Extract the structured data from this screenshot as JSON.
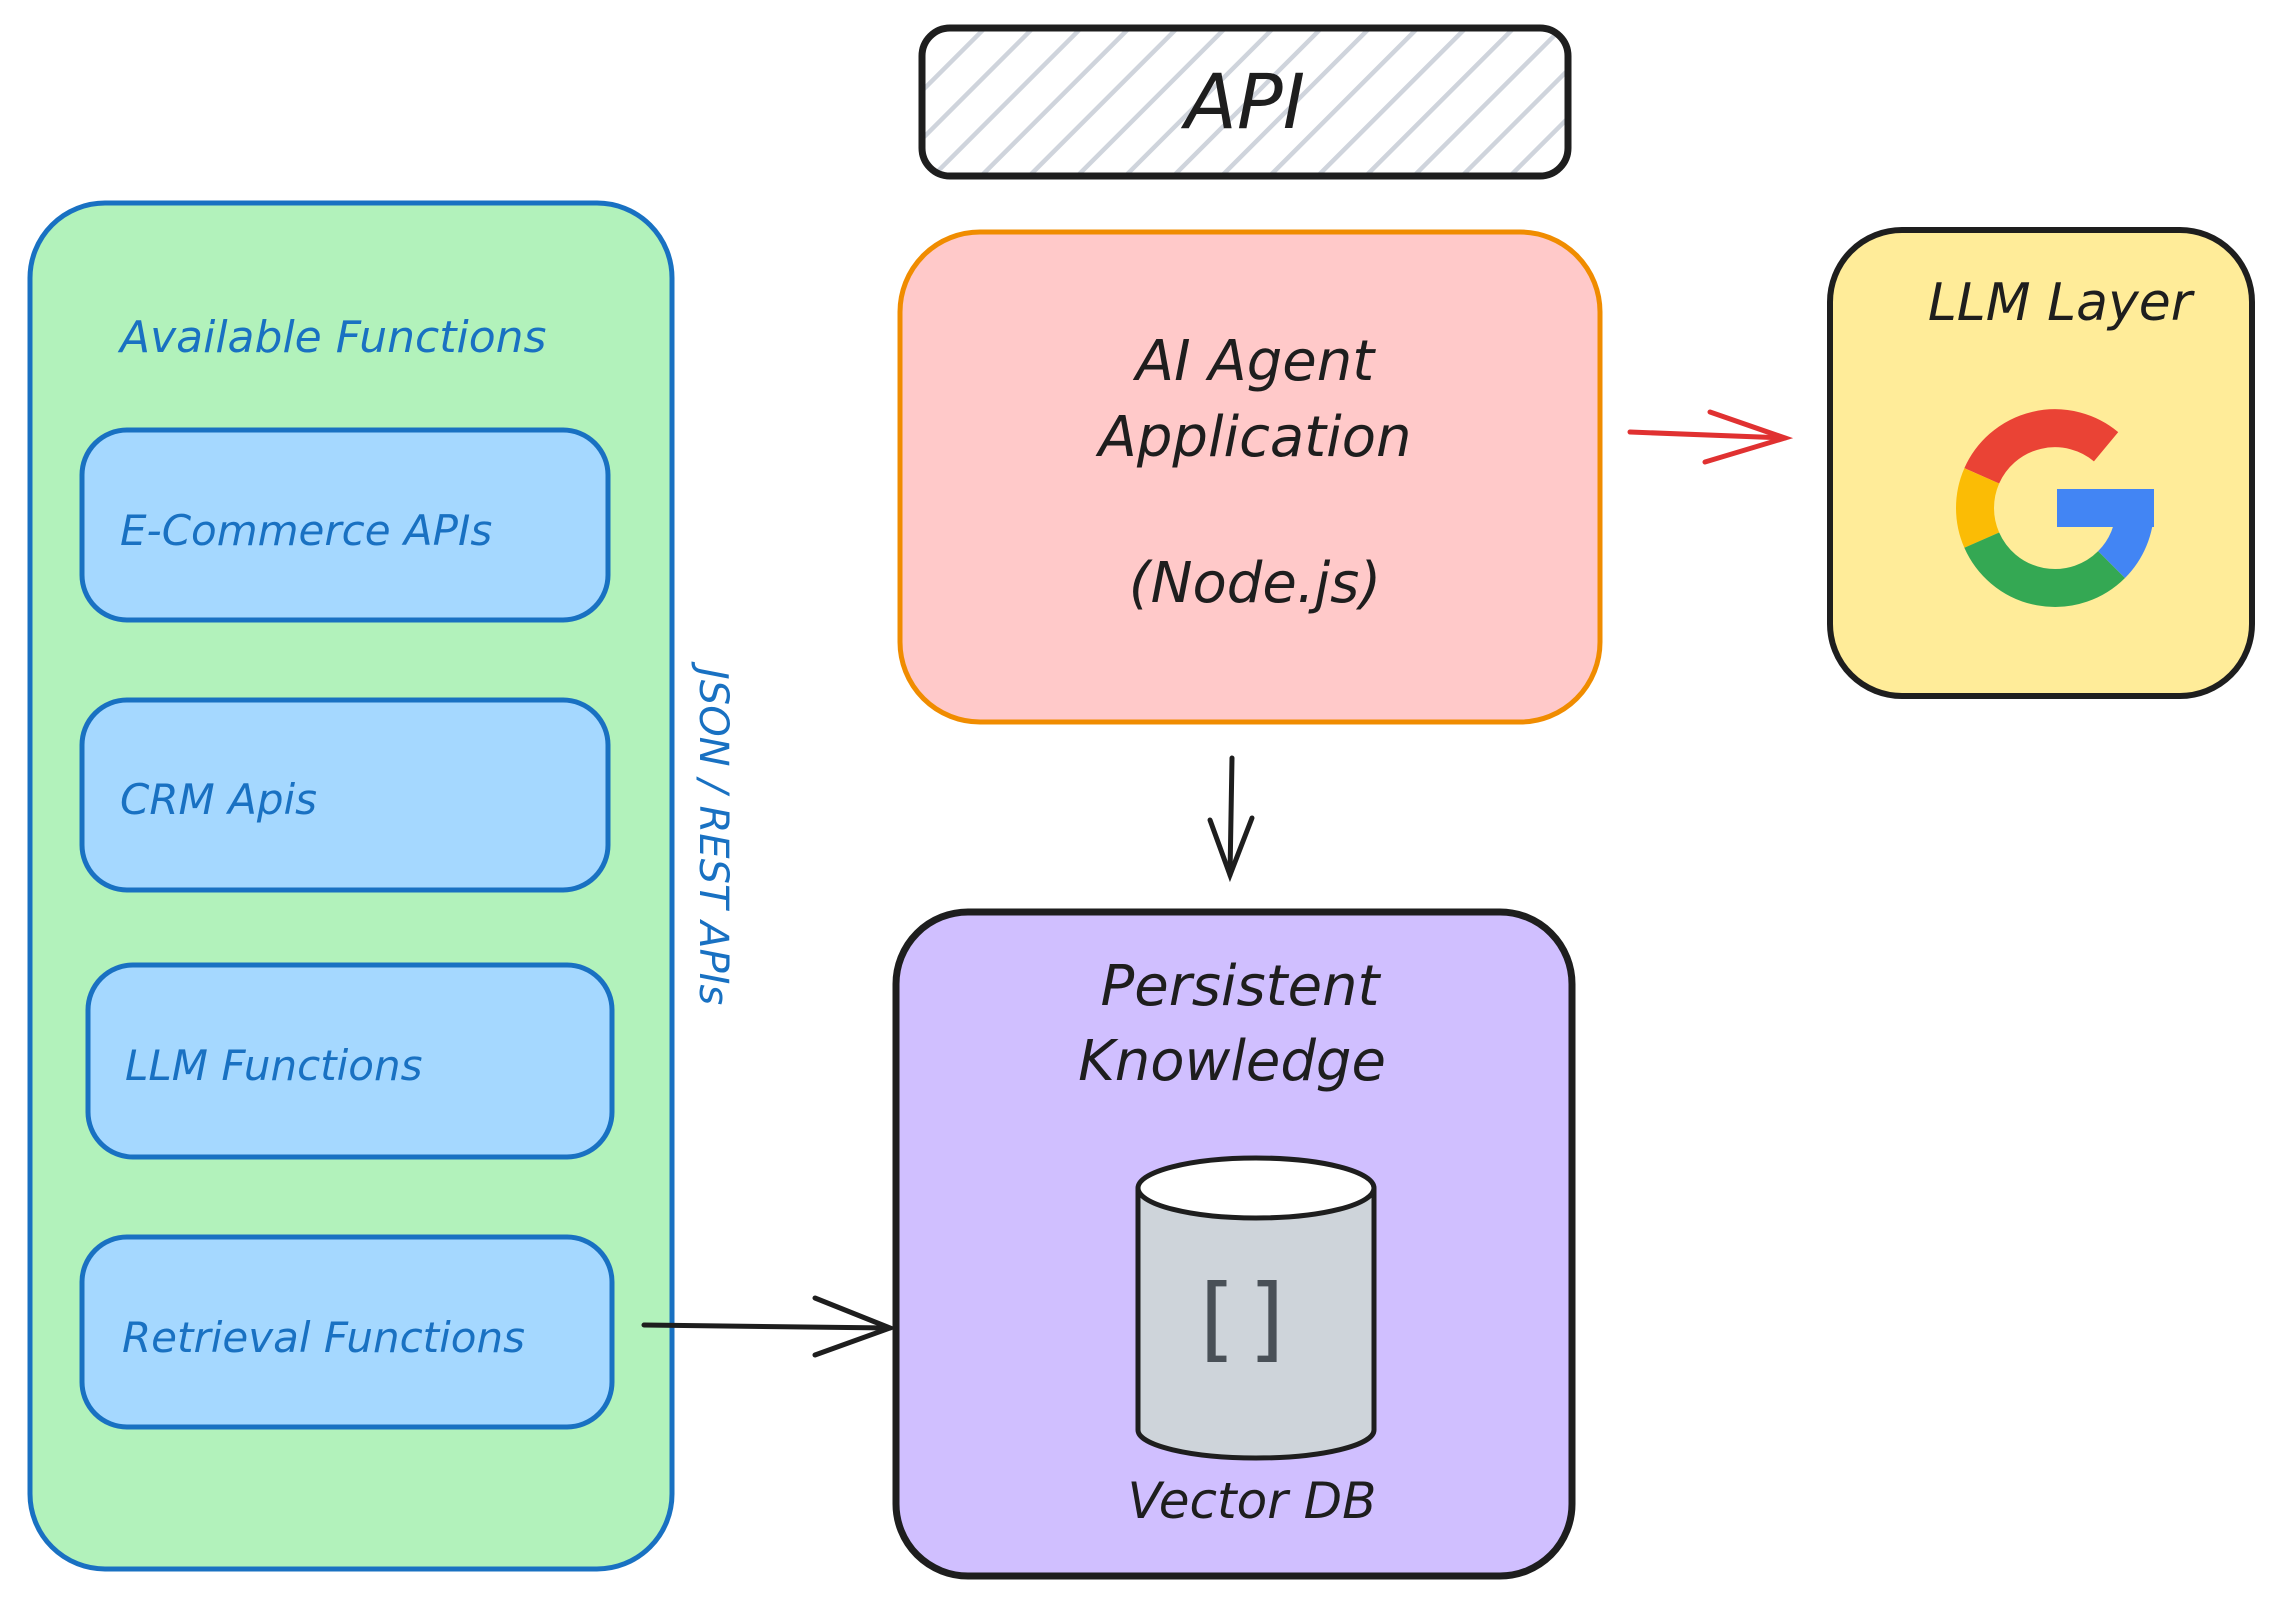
{
  "api_box": {
    "label": "API"
  },
  "available_functions": {
    "title": "Available Functions",
    "items": [
      {
        "label": "E-Commerce APIs"
      },
      {
        "label": "CRM Apis"
      },
      {
        "label": "LLM Functions"
      },
      {
        "label": "Retrieval Functions"
      }
    ]
  },
  "connector": {
    "label": "JSON / REST APIs"
  },
  "agent": {
    "line1": "AI Agent",
    "line2": "Application",
    "line3": "(Node.js)"
  },
  "llm_layer": {
    "title": "LLM Layer",
    "icon": "google-logo-icon"
  },
  "knowledge": {
    "line1": "Persistent",
    "line2": "Knowledge",
    "db_icon_text": "[]",
    "db_label": "Vector DB"
  },
  "colors": {
    "green_panel": "#b2f2bb",
    "blue_stroke": "#1971c2",
    "blue_item": "#a5d8ff",
    "agent_fill": "#ffc9c9",
    "agent_stroke": "#f08c00",
    "llm_fill": "#ffec99",
    "knowledge_fill": "#d0bfff",
    "db_fill": "#ced4da",
    "arrow_red": "#e03131",
    "ink": "#1e1e1e"
  }
}
